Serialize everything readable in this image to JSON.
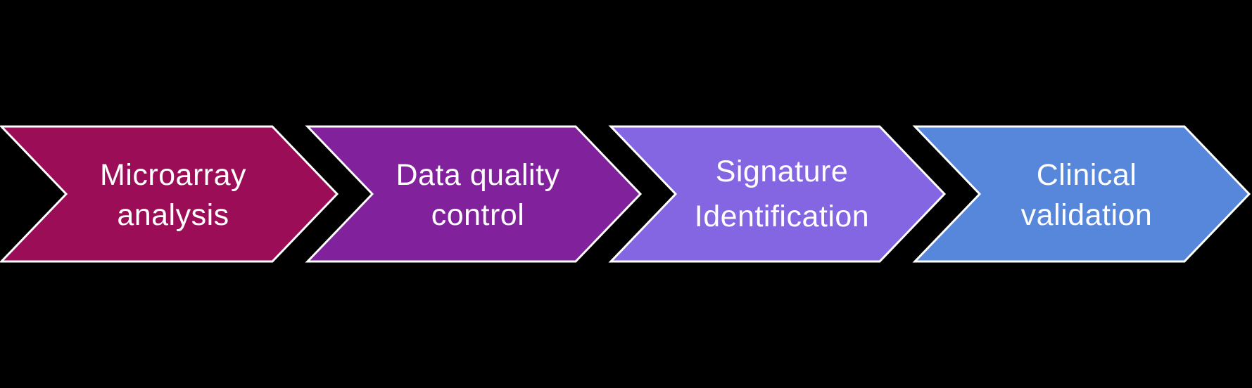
{
  "diagram": {
    "type": "process-flow-chevrons",
    "background_color": "#000000",
    "outline_color": "#ffffff",
    "text_color": "#ffffff",
    "steps": [
      {
        "label": "Microarray analysis",
        "line1": "Microarray",
        "line2": "analysis",
        "color": "#9c0d57"
      },
      {
        "label": "Data quality control",
        "line1": "Data quality",
        "line2": "control",
        "color": "#81219c"
      },
      {
        "label": "Signature Identification",
        "line1": "Signature",
        "line2": "Identification",
        "color": "#8566e2"
      },
      {
        "label": "Clinical validation",
        "line1": "Clinical",
        "line2": "validation",
        "color": "#5787da"
      }
    ]
  }
}
